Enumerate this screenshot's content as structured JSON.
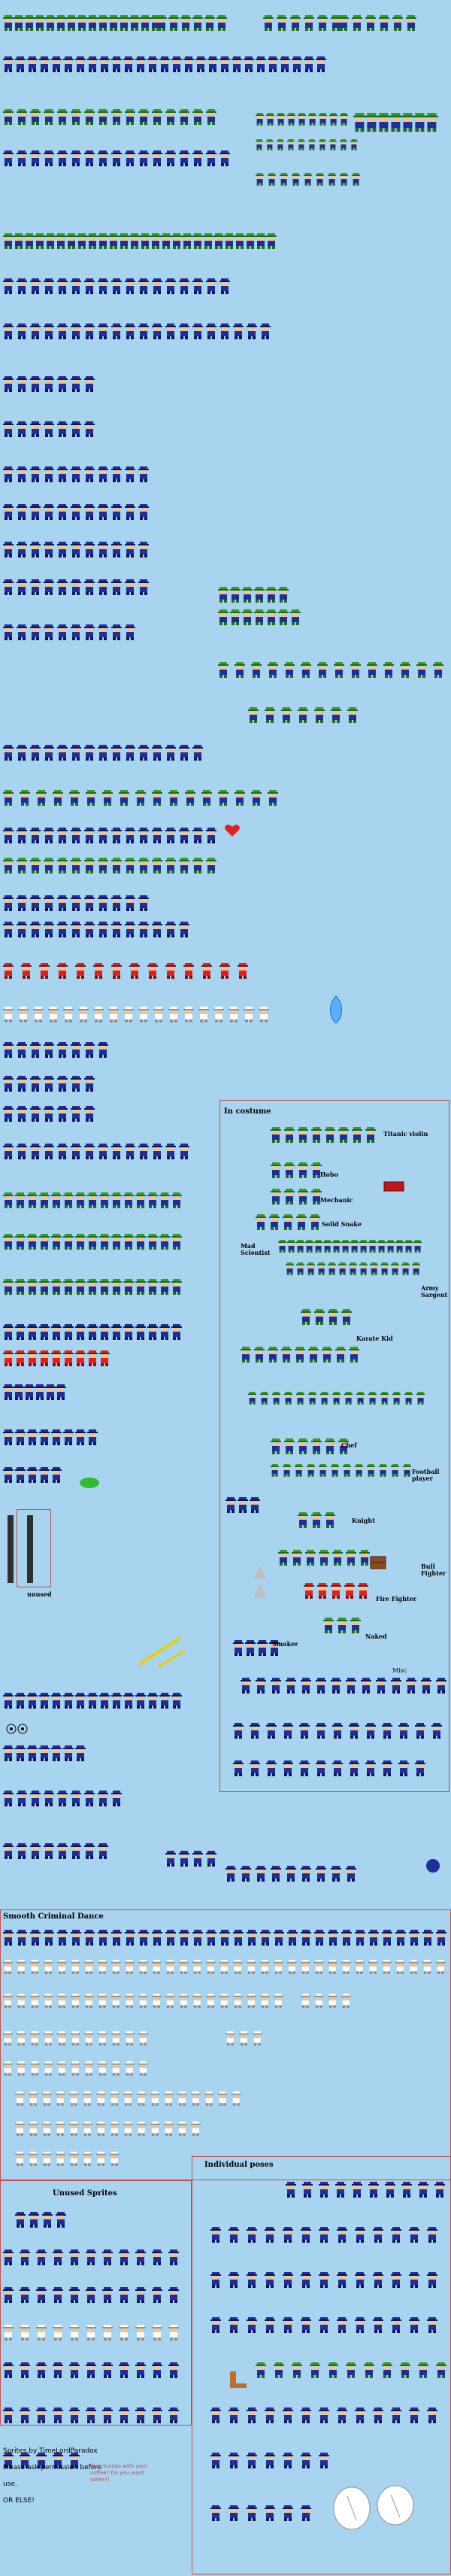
{
  "colors": {
    "background": "#a8d4f0",
    "box_border": "#c0504d",
    "luigi_green": "#2e9e2e",
    "luigi_dark": "#1d6b1d",
    "shadow_blue": "#1f2f9a",
    "shadow_dark": "#0c1658",
    "skin": "#f2c38e",
    "white": "#ffffff",
    "red": "#e02020",
    "brown": "#8a5a2b",
    "grey": "#909090"
  },
  "sections": {
    "in_costume": {
      "title": "In costume",
      "labels": {
        "titanic_violin": "Titanic violin",
        "hobo": "Hobo",
        "mechanic": "Mechanic",
        "solid_snake": "Solid Snake",
        "mad_scientist": "Mad Scientist",
        "army_sargent": "Army Sargent",
        "karate_kid": "Karate Kid",
        "chef": "Chef",
        "football_player": "Football player",
        "knight": "Knight",
        "bull_fighter": "Bull Fighter",
        "fire_fighter": "Fire Fighter",
        "naked": "Naked",
        "smoker": "Smoker",
        "misc": "Misc"
      }
    },
    "unused": {
      "label": "unused"
    },
    "smooth_criminal": {
      "title": "Smooth Criminal Dance"
    },
    "unused_sprites": {
      "title": "Unused Sprites"
    },
    "individual_poses": {
      "title": "Individual poses"
    }
  },
  "credits": {
    "line1": "Sprites by TimeLordParadox",
    "line2": "Please ask permission before",
    "line3": "use.",
    "line4": "OR ELSE!",
    "note": "(live bumps with your coffee? Do you want some?)"
  }
}
